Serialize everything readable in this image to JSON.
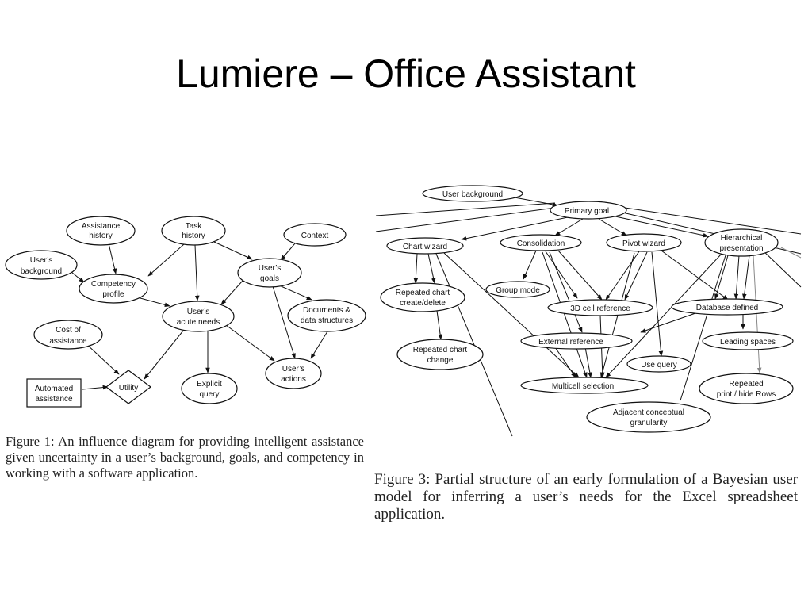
{
  "slide": {
    "title": "Lumiere – Office Assistant"
  },
  "figure1": {
    "caption": "Figure 1: An influence diagram for providing intelligent assistance given uncertainty in a user’s background, goals, and competency in working with a software application.",
    "nodes": {
      "assistance_history": [
        "Assistance",
        "history"
      ],
      "task_history": [
        "Task",
        "history"
      ],
      "context": [
        "Context"
      ],
      "users_background": [
        "User’s",
        "background"
      ],
      "competency_profile": [
        "Competency",
        "profile"
      ],
      "users_goals": [
        "User’s",
        "goals"
      ],
      "users_acute_needs": [
        "User’s",
        "acute needs"
      ],
      "documents_data_structures": [
        "Documents &",
        "data structures"
      ],
      "cost_of_assistance": [
        "Cost of",
        "assistance"
      ],
      "explicit_query": [
        "Explicit",
        "query"
      ],
      "users_actions": [
        "User’s",
        "actions"
      ],
      "utility": [
        "Utility"
      ],
      "automated_assistance": [
        "Automated",
        "assistance"
      ]
    }
  },
  "figure3": {
    "caption": "Figure 3: Partial structure of an early formulation of a Bayesian user model for inferring a user’s needs for the Excel spreadsheet application.",
    "nodes": {
      "user_background": [
        "User background"
      ],
      "primary_goal": [
        "Primary goal"
      ],
      "chart_wizard": [
        "Chart wizard"
      ],
      "consolidation": [
        "Consolidation"
      ],
      "pivot_wizard": [
        "Pivot wizard"
      ],
      "hierarchical_presentation": [
        "Hierarchical",
        "presentation"
      ],
      "repeated_chart_create": [
        "Repeated chart",
        "create/delete"
      ],
      "group_mode": [
        "Group mode"
      ],
      "cell_reference_3d": [
        "3D cell reference"
      ],
      "database_defined": [
        "Database defined"
      ],
      "repeated_chart_change": [
        "Repeated chart",
        "change"
      ],
      "external_reference": [
        "External reference"
      ],
      "leading_spaces": [
        "Leading spaces"
      ],
      "use_query": [
        "Use query"
      ],
      "multicell_selection": [
        "Multicell  selection"
      ],
      "repeated_print_hide_rows": [
        "Repeated",
        "print / hide Rows"
      ],
      "adjacent_conceptual_granularity": [
        "Adjacent conceptual",
        "granularity"
      ]
    }
  }
}
